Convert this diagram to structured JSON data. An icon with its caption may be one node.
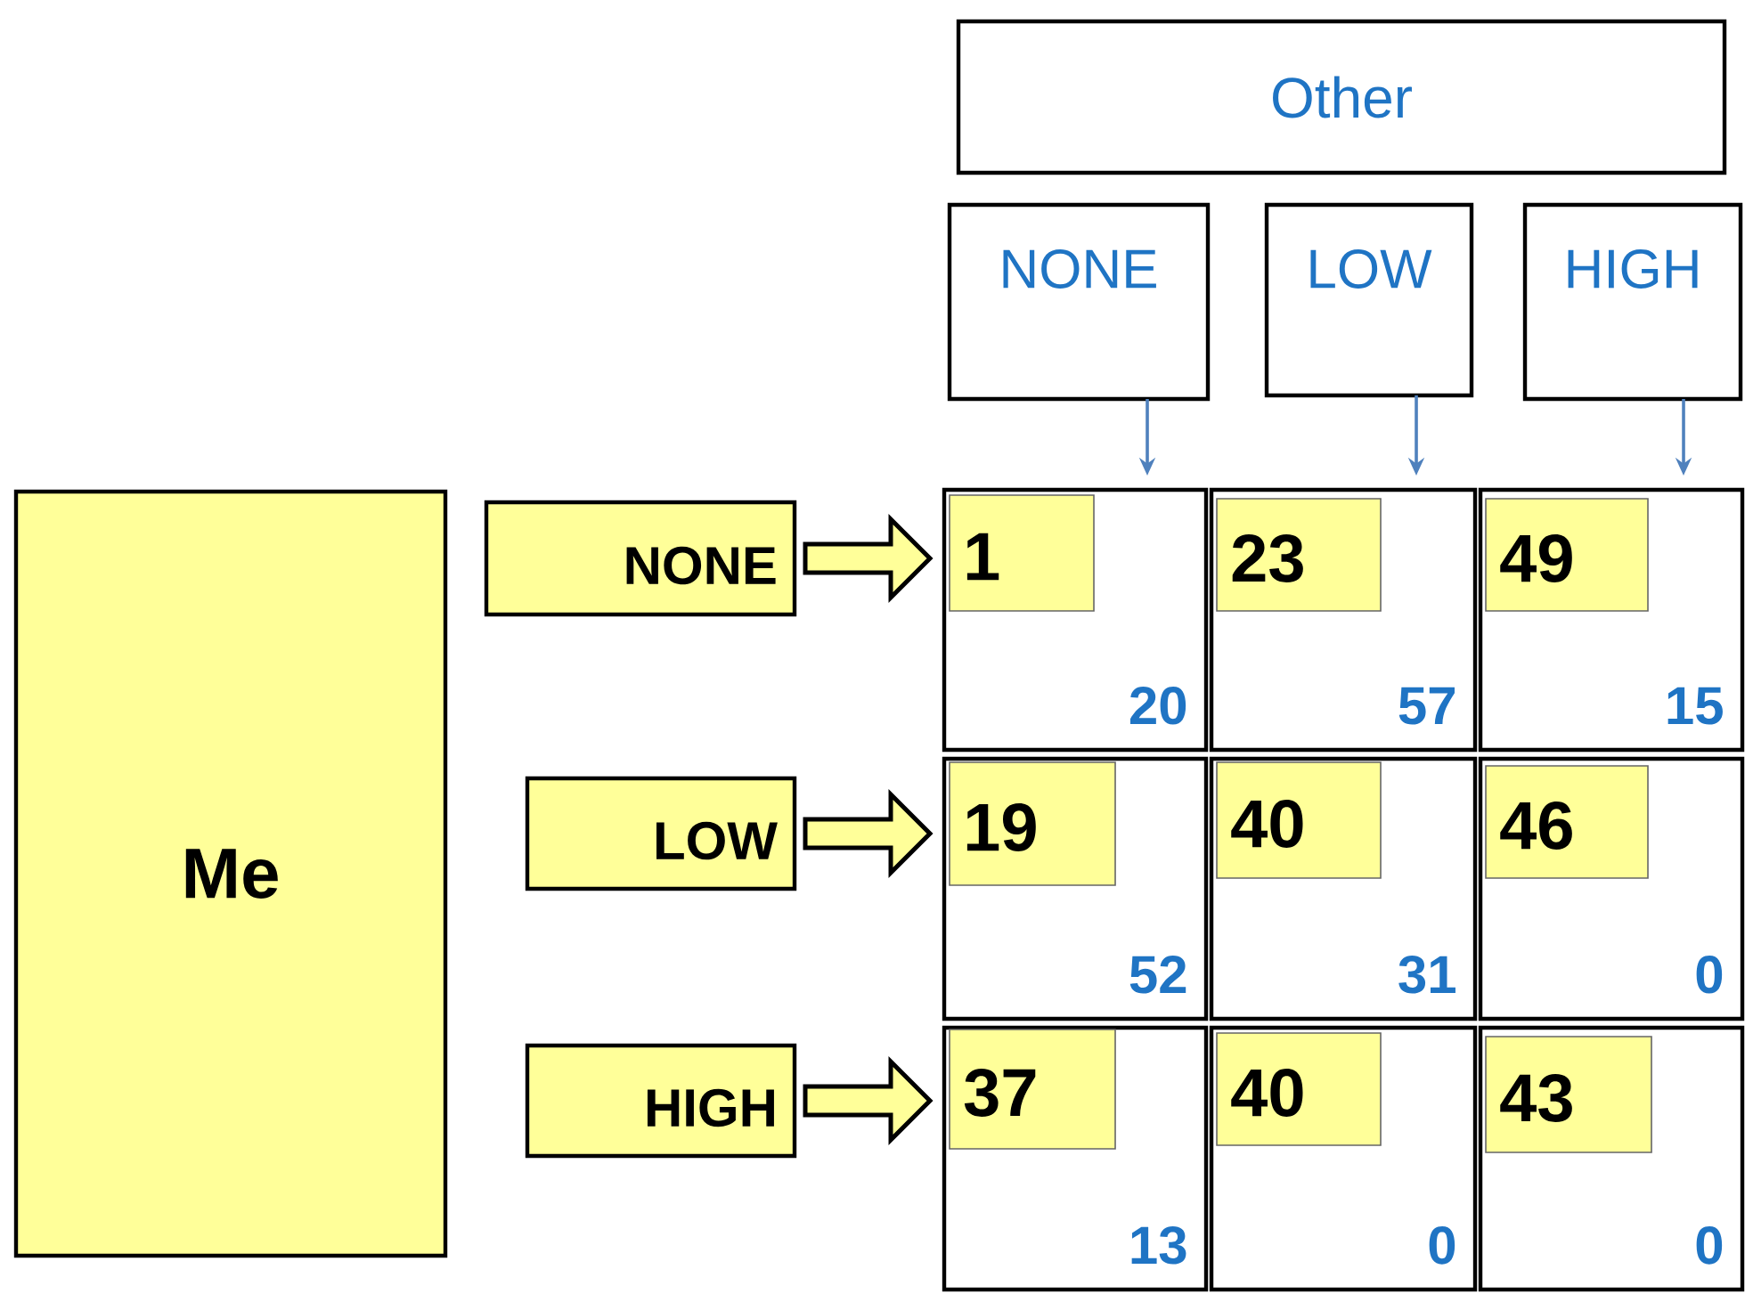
{
  "diagram": {
    "nodes": [
      {
        "text": [
          "Other"
        ]
      },
      {
        "text": [
          "NONE"
        ]
      },
      {
        "text": [
          "LOW"
        ]
      },
      {
        "text": [
          "HIGH"
        ]
      },
      {
        "text": [
          "Me"
        ]
      },
      {
        "text": [
          "NONE"
        ]
      },
      {
        "text": [
          "LOW"
        ]
      },
      {
        "text": [
          "HIGH"
        ]
      },
      {
        "text": [
          "20"
        ]
      },
      {
        "text": [
          "1"
        ],
        "in": 8
      },
      {
        "text": [
          "57"
        ]
      },
      {
        "text": [
          "23"
        ],
        "in": 10
      },
      {
        "text": [
          "15"
        ]
      },
      {
        "text": [
          "49"
        ],
        "in": 12
      },
      {
        "text": [
          "52"
        ]
      },
      {
        "text": [
          "19"
        ],
        "in": 14
      },
      {
        "text": [
          "31"
        ]
      },
      {
        "text": [
          "40"
        ],
        "in": 16
      },
      {
        "text": [
          "0"
        ]
      },
      {
        "text": [
          "46"
        ],
        "in": 18
      },
      {
        "text": [
          "13"
        ]
      },
      {
        "text": [
          "37"
        ],
        "in": 20
      },
      {
        "text": [
          "0"
        ]
      },
      {
        "text": [
          "40"
        ],
        "in": 22
      },
      {
        "text": [
          "0"
        ]
      },
      {
        "text": [
          "43"
        ],
        "in": 24
      }
    ],
    "edges": [
      {
        "from": 1,
        "to": 8,
        "arrow": "to",
        "color": "#4f81bd"
      },
      {
        "from": 2,
        "to": 10,
        "arrow": "to",
        "color": "#4f81bd"
      },
      {
        "from": 3,
        "to": 12,
        "arrow": "to",
        "color": "#4f81bd"
      },
      {
        "from": 5,
        "to": 8,
        "arrow": "to",
        "style": "thick"
      },
      {
        "from": 6,
        "to": 14,
        "arrow": "to",
        "style": "thick"
      },
      {
        "from": 7,
        "to": 20,
        "arrow": "to",
        "style": "thick"
      }
    ]
  }
}
